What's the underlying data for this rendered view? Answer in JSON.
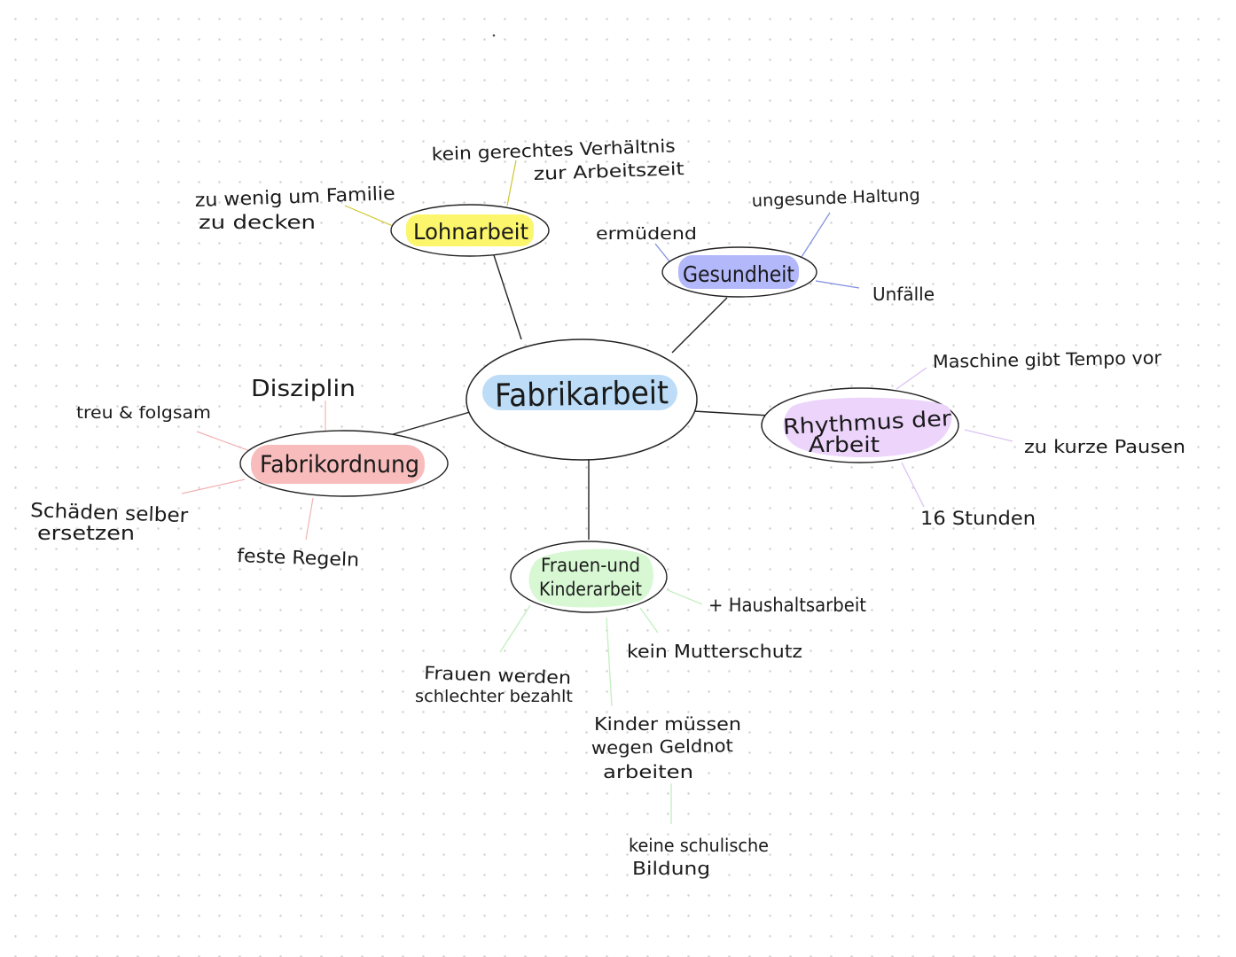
{
  "colors": {
    "yellow": "#fbf66c",
    "blue": "#b3b8fb",
    "center": "#bcdcf7",
    "pink": "#f9bcbc",
    "purple": "#ecd4fb",
    "green": "#d7f8d3",
    "line": "#222222",
    "yellow_line": "#cfc62c",
    "blue_line": "#7f8ce0",
    "pink_line": "#f2b2b2",
    "purple_line": "#dcc3f4",
    "green_line": "#c3efc0"
  },
  "center": {
    "label": "Fabrikarbeit"
  },
  "lohnarbeit": {
    "label": "Lohnarbeit",
    "note1_line1": "kein gerechtes Verhältnis",
    "note1_line2": "zur Arbeitszeit",
    "note2_line1": "zu wenig um Familie",
    "note2_line2": "zu decken"
  },
  "gesundheit": {
    "label": "Gesundheit",
    "note1": "ungesunde Haltung",
    "note2": "ermüdend",
    "note3": "Unfälle"
  },
  "rhythmus": {
    "label_line1": "Rhythmus der",
    "label_line2": "Arbeit",
    "note1": "Maschine gibt Tempo vor",
    "note2": "zu kurze Pausen",
    "note3": "16 Stunden"
  },
  "fabrikordnung": {
    "label": "Fabrikordnung",
    "note1": "Disziplin",
    "note2": "treu & folgsam",
    "note3_line1": "Schäden selber",
    "note3_line2": "ersetzen",
    "note4": "feste Regeln"
  },
  "frauen": {
    "label_line1": "Frauen-und",
    "label_line2": "Kinderarbeit",
    "note1": "+ Haushaltsarbeit",
    "note2": "kein Mutterschutz",
    "note3_line1": "Frauen werden",
    "note3_line2": "schlechter bezahlt",
    "note4_line1": "Kinder müssen",
    "note4_line2": "wegen Geldnot",
    "note4_line3": "arbeiten",
    "note5_line1": "keine schulische",
    "note5_line2": "Bildung"
  }
}
